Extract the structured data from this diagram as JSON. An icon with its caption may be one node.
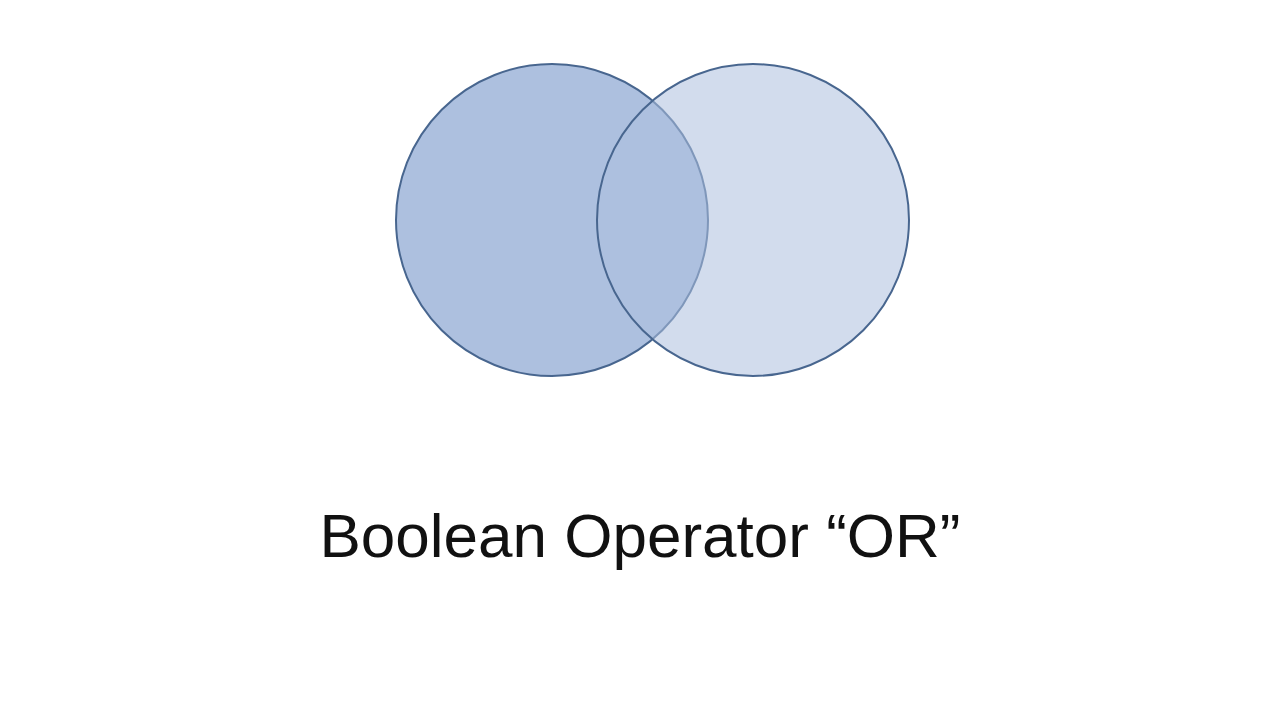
{
  "diagram": {
    "caption": "Boolean Operator “OR”",
    "nodes": [
      {
        "text": [],
        "shape": "circle"
      },
      {
        "text": [],
        "shape": "circle"
      }
    ]
  }
}
